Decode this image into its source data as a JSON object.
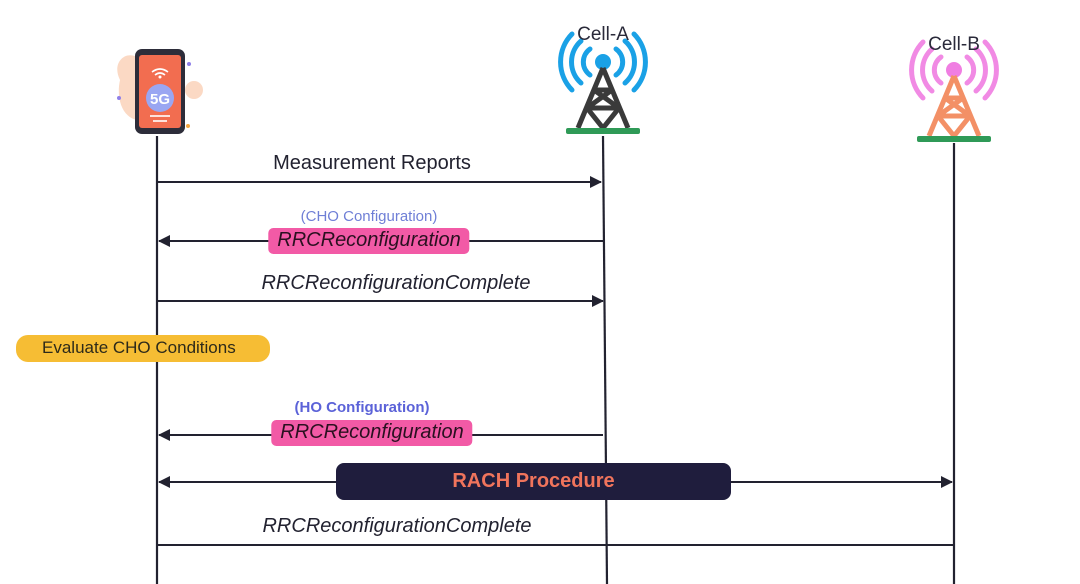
{
  "entities": {
    "phone_badge": "5G",
    "cell_a": "Cell-A",
    "cell_b": "Cell-B"
  },
  "messages": {
    "measurement_reports": "Measurement Reports",
    "cho_config_note": "(CHO Configuration)",
    "rrc_reconfig_1": "RRCReconfiguration",
    "rrc_reconfig_complete_1": "RRCReconfigurationComplete",
    "evaluate_cho": "Evaluate CHO Conditions",
    "ho_config_note": "(HO Configuration)",
    "rrc_reconfig_2": "RRCReconfiguration",
    "rach_procedure": "RACH Procedure",
    "rrc_reconfig_complete_2": "RRCReconfigurationComplete"
  },
  "colors": {
    "cell_a_waves": "#1aa1e6",
    "cell_a_tower": "#3a3a3a",
    "cell_b_waves": "#f07ee2",
    "cell_b_tower": "#f39066",
    "tower_base": "#2f9a57",
    "pill": "#f25aa6",
    "evaluate_bar": "#f6bd34",
    "rach_bg": "#1f1d3d",
    "rach_text": "#f0745c",
    "arrow": "#222230"
  }
}
